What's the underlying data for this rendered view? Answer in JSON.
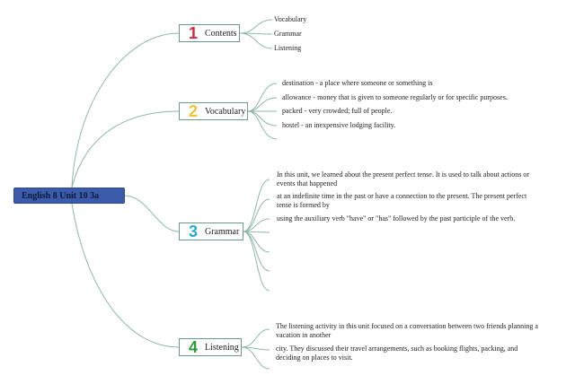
{
  "root": {
    "label": "English 8 Unit 10 3a",
    "color": "#3b5bab"
  },
  "topics": [
    {
      "number": "1",
      "label": "Contents",
      "number_color": "#d7263d",
      "children": [
        "Vocabulary",
        "Grammar",
        "Listening"
      ]
    },
    {
      "number": "2",
      "label": "Vocabulary",
      "number_color": "#f2c230",
      "children": [
        "destination - a place where someone or something is",
        "allowance - money that is given to someone regularly or for specific purposes.",
        "packed - very crowded; full of people.",
        "hostel - an inexpensive lodging facility."
      ]
    },
    {
      "number": "3",
      "label": "Grammar",
      "number_color": "#2aa6d6",
      "children": [
        "In this unit, we learned about the present perfect tense. It is used to talk about actions or events that happened",
        "at an indefinite time in the past or have a connection to the present. The present perfect tense is formed by",
        "using the auxiliary verb \"have\" or \"has\" followed by the past participle of the verb."
      ]
    },
    {
      "number": "4",
      "label": "Listening",
      "number_color": "#2e9b3a",
      "children": [
        "The listening activity in this unit focused on a conversation between two friends planning a vacation in another",
        "city. They discussed their travel arrangements, such as booking flights, packing, and deciding on places to visit."
      ]
    }
  ],
  "line_color": "#8fb8a6"
}
